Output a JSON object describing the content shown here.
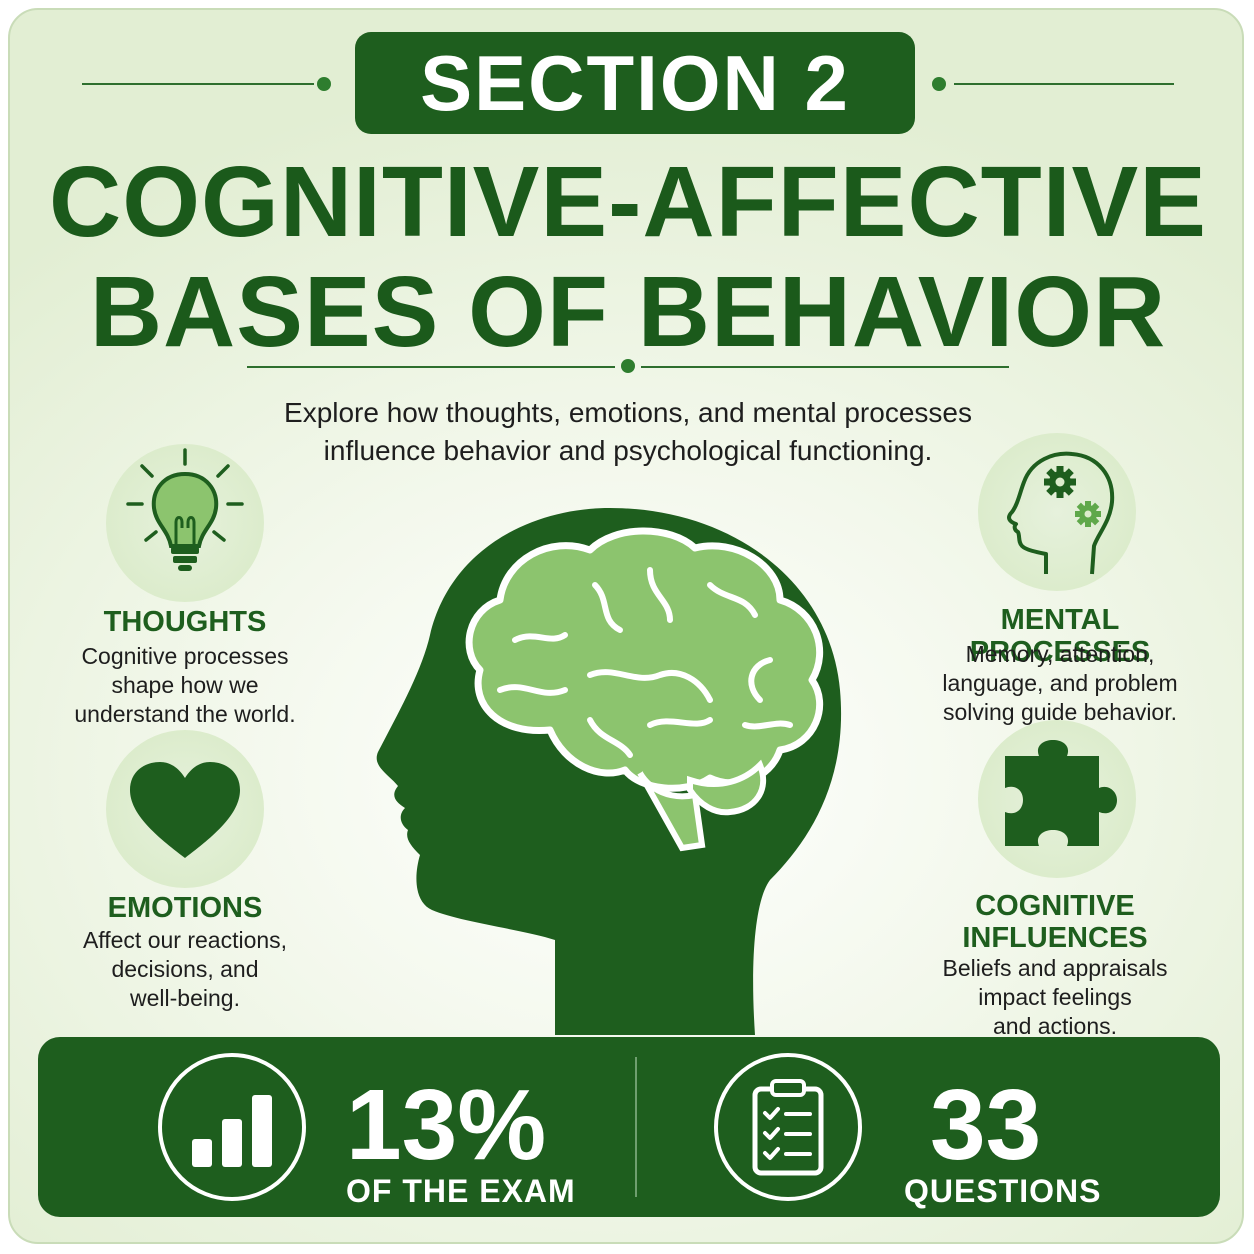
{
  "header": {
    "section_label": "SECTION 2",
    "title_line1": "COGNITIVE-AFFECTIVE",
    "title_line2": "BASES OF BEHAVIOR",
    "subtitle_line1": "Explore how thoughts, emotions, and mental processes",
    "subtitle_line2": "influence behavior and psychological functioning."
  },
  "features": {
    "thoughts": {
      "title": "THOUGHTS",
      "lines": [
        "Cognitive processes",
        "shape how we",
        "understand the world."
      ],
      "icon": "lightbulb-icon"
    },
    "emotions": {
      "title": "EMOTIONS",
      "lines": [
        "Affect our reactions,",
        "decisions, and",
        "well-being."
      ],
      "icon": "heart-icon"
    },
    "mental_processes": {
      "title": "MENTAL PROCESSES",
      "lines": [
        "Memory, attention,",
        "language, and problem",
        "solving guide behavior."
      ],
      "icon": "head-gears-icon"
    },
    "cognitive_influences": {
      "title_lines": [
        "COGNITIVE",
        "INFLUENCES"
      ],
      "lines": [
        "Beliefs and appraisals",
        "impact feelings",
        "and actions."
      ],
      "icon": "puzzle-piece-icon"
    }
  },
  "center_graphic": {
    "icon": "head-brain-icon"
  },
  "stats": {
    "exam_share": {
      "value": "13%",
      "label": "OF THE EXAM",
      "icon": "bar-chart-icon",
      "fraction": 0.13
    },
    "questions": {
      "value": "33",
      "label": "QUESTIONS",
      "icon": "clipboard-checklist-icon"
    }
  },
  "colors": {
    "dark_green": "#1e5e1e",
    "brain_green": "#8cc46e",
    "light_green": "#dceccc",
    "background": "#f3f8ec"
  }
}
